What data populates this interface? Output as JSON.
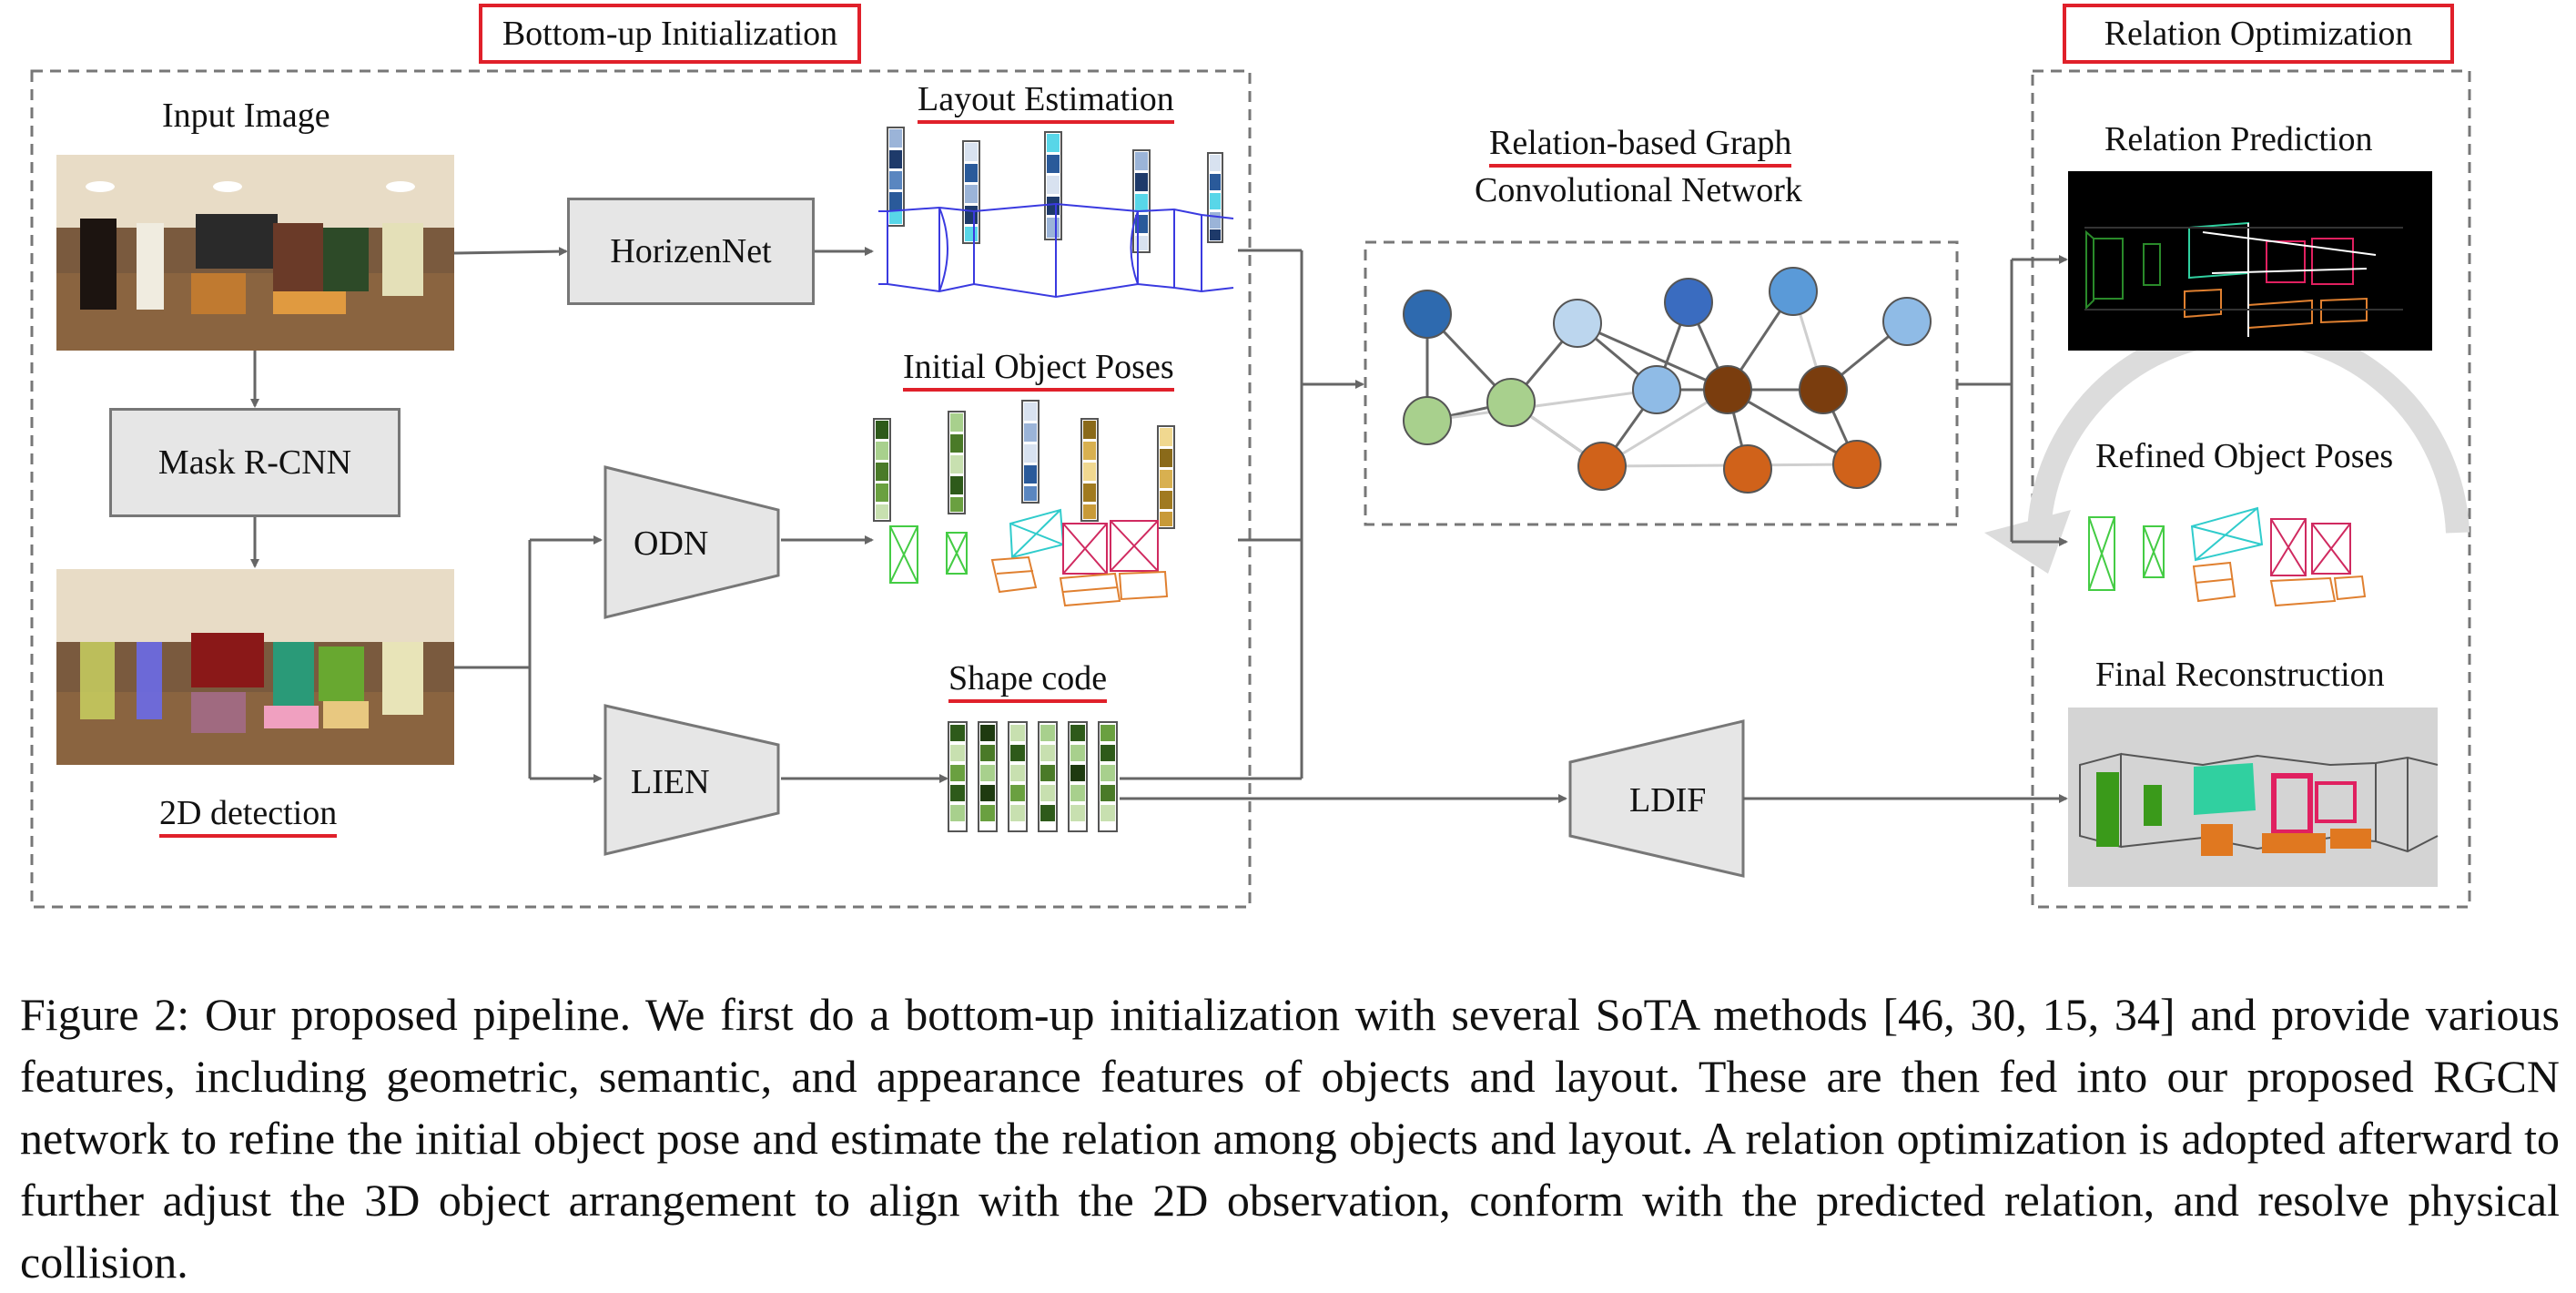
{
  "figure": {
    "sections": {
      "bottom_up": "Bottom-up Initialization",
      "relation_opt": "Relation Optimization"
    },
    "labels": {
      "input_image": "Input Image",
      "detection_2d": "2D detection",
      "layout_estimation": "Layout Estimation",
      "initial_object_poses": "Initial Object Poses",
      "shape_code": "Shape code",
      "rgcn_line1": "Relation-based Graph",
      "rgcn_line2": "Convolutional Network",
      "relation_prediction": "Relation Prediction",
      "refined_object_poses": "Refined Object Poses",
      "final_reconstruction": "Final Reconstruction"
    },
    "modules": {
      "horizennet": "HorizenNet",
      "mask_rcnn": "Mask R-CNN",
      "odn": "ODN",
      "lien": "LIEN",
      "ldif": "LDIF"
    },
    "colors": {
      "highlight_red": "#e0202a",
      "blue_node": "#8fbbe6",
      "green_node": "#a8d08d",
      "brown_node": "#7a3d0e",
      "orange_node": "#d0621a"
    }
  },
  "caption": "Figure 2: Our proposed pipeline. We first do a bottom-up initialization with several SoTA methods [46, 30, 15, 34] and provide various features, including geometric, semantic, and appearance features of objects and layout. These are then fed into our proposed RGCN network to refine the initial object pose and estimate the relation among objects and layout. A relation optimization is adopted afterward to further adjust the 3D object arrangement to align with the 2D observation, conform with the predicted relation, and resolve physical collision."
}
